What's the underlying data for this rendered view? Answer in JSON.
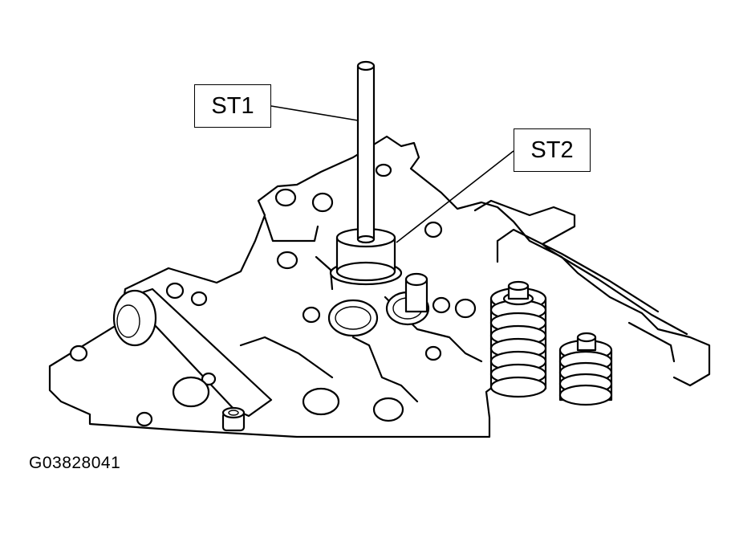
{
  "labels": {
    "st1": "ST1",
    "st2": "ST2"
  },
  "figure_id": "G03828041"
}
